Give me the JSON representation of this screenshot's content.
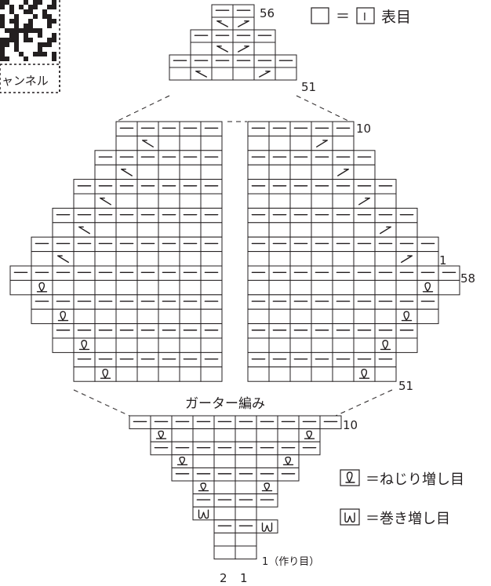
{
  "qr_caption": "ャンネル",
  "legend_top": {
    "equals": "＝",
    "symbol_text": "I",
    "label": "表目"
  },
  "legend_bottom": [
    {
      "icon": "twisted-increase-icon",
      "text": "＝ねじり増し目"
    },
    {
      "icon": "backward-loop-increase-icon",
      "text": "＝巻き増し目"
    }
  ],
  "top_section": {
    "row_end_label": "56",
    "row_start_label": "51"
  },
  "middle_section": {
    "right_top_label": "10",
    "right_bottom_label": "1",
    "row_count_label": "58",
    "bottom_label": "51"
  },
  "garter_label": "ガーター編み",
  "bottom_section": {
    "row_top_label": "10",
    "cast_on_label": "1（作り目）",
    "stitch_labels": [
      "2",
      "1"
    ]
  },
  "colors": {
    "ink": "#231f20",
    "background": "#ffffff"
  }
}
